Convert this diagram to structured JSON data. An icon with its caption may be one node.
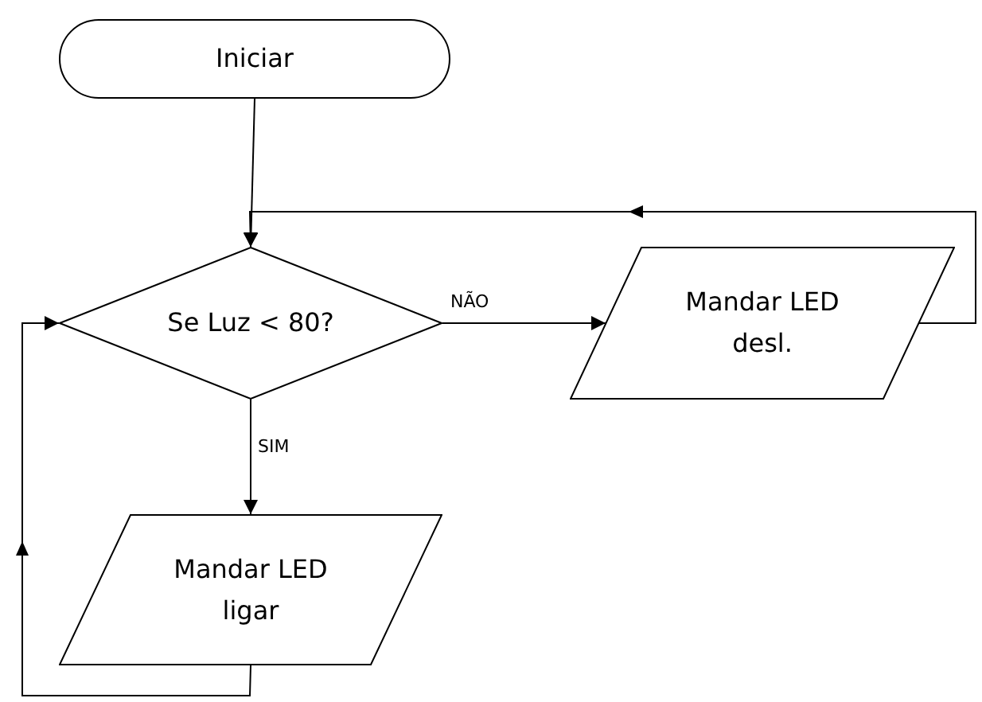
{
  "diagram": {
    "nodes": [
      {
        "text": [
          "Iniciar"
        ]
      },
      {
        "text": [
          "Se Luz < 80?"
        ]
      },
      {
        "text": [
          "Mandar LED desl."
        ]
      },
      {
        "text": [
          "Mandar LED ligar"
        ]
      }
    ],
    "edges": [
      {
        "from": 0,
        "to": 1,
        "arrow": "to"
      },
      {
        "from": 1,
        "to": 2,
        "arrow": "to",
        "label": "NÃO"
      },
      {
        "from": 1,
        "to": 3,
        "arrow": "to",
        "label": "SIM"
      },
      {
        "from": 2,
        "to": 1,
        "arrow": "to"
      },
      {
        "from": 3,
        "to": 1,
        "arrow": "to"
      }
    ]
  }
}
